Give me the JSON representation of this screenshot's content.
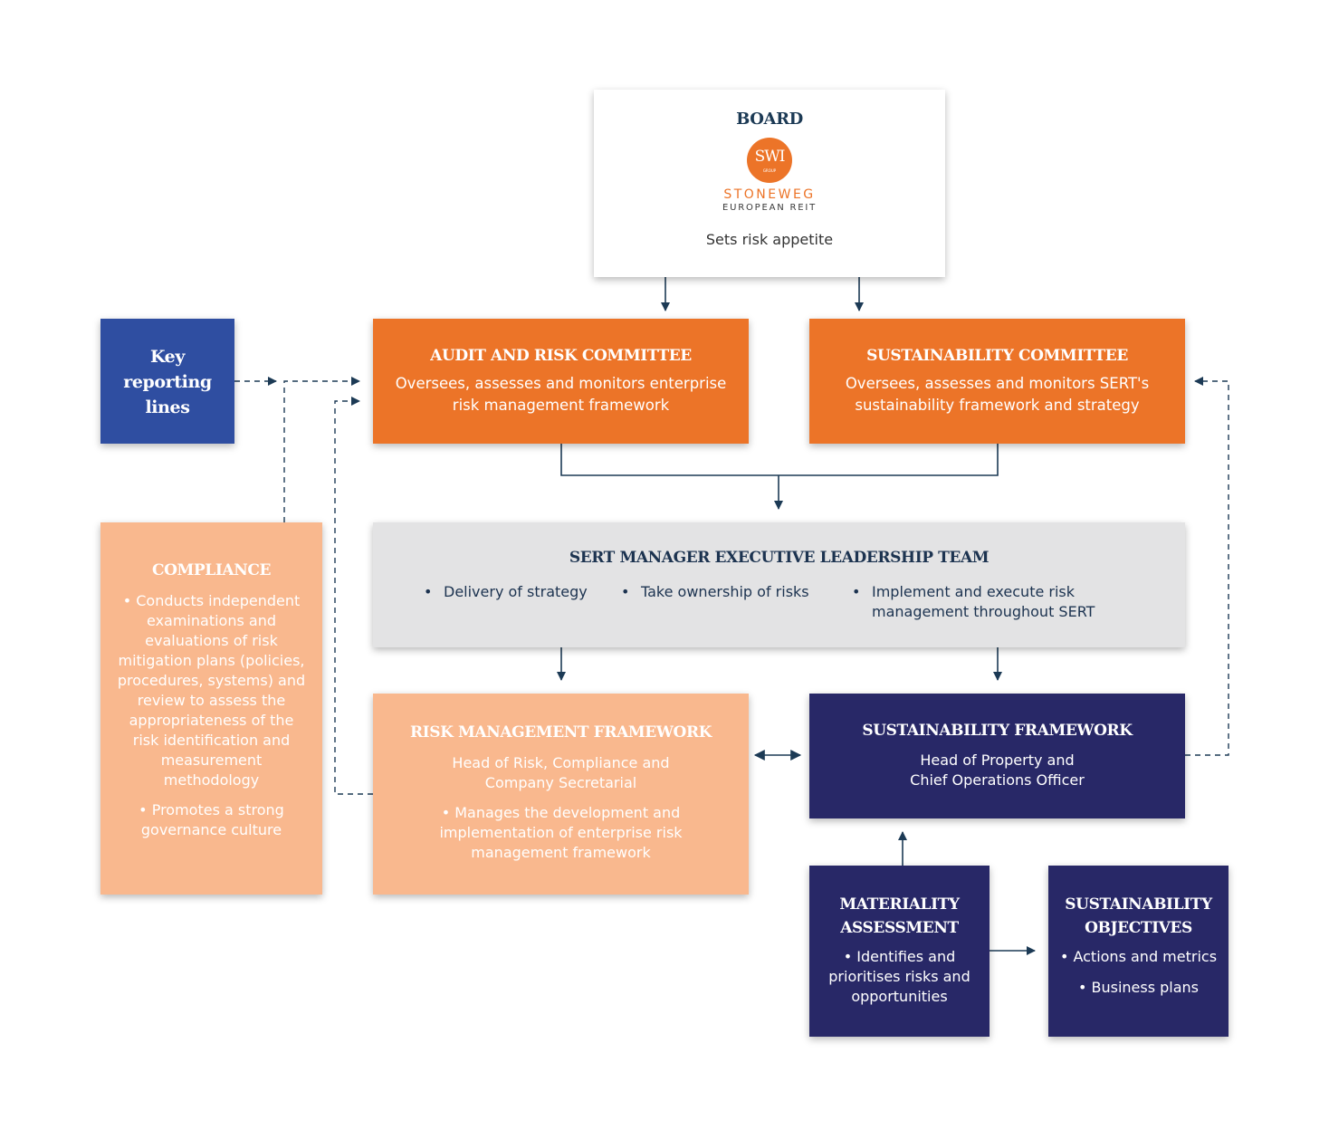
{
  "board": {
    "title": "BOARD",
    "logo_monogram": "SWI",
    "logo_group": "GROUP",
    "logo_name": "STONEWEG",
    "logo_subtitle": "EUROPEAN REIT",
    "description": "Sets risk appetite"
  },
  "key": {
    "label": "Key reporting lines"
  },
  "audit_committee": {
    "title": "AUDIT AND RISK COMMITTEE",
    "description": "Oversees, assesses and monitors enterprise risk management framework"
  },
  "sustainability_committee": {
    "title": "SUSTAINABILITY COMMITTEE",
    "description": "Oversees, assesses and monitors SERT's sustainability framework and strategy"
  },
  "sert_team": {
    "title": "SERT MANAGER EXECUTIVE LEADERSHIP TEAM",
    "bullets": [
      "Delivery of strategy",
      "Take ownership of risks",
      "Implement and execute risk management throughout SERT"
    ]
  },
  "compliance": {
    "title": "COMPLIANCE",
    "bullets": [
      "• Conducts independent examinations and evaluations of risk mitigation plans (policies, procedures, systems) and review to assess the appropriateness of the risk identification and measurement methodology",
      "• Promotes a strong governance culture"
    ]
  },
  "risk_framework": {
    "title": "RISK MANAGEMENT FRAMEWORK",
    "head": "Head of Risk, Compliance and Company Secretarial",
    "bullets": [
      "• Manages the development and implementation of enterprise risk management framework"
    ]
  },
  "sustainability_framework": {
    "title": "SUSTAINABILITY FRAMEWORK",
    "head": "Head of Property and Chief Operations Officer"
  },
  "materiality": {
    "title": "MATERIALITY ASSESSMENT",
    "bullets": [
      "• Identifies and prioritises risks and opportunities"
    ]
  },
  "sustainability_objectives": {
    "title": "SUSTAINABILITY OBJECTIVES",
    "bullets": [
      "• Actions and metrics",
      "• Business plans"
    ]
  },
  "colors": {
    "orange": "#ec7428",
    "light_orange": "#f9b88e",
    "navy": "#282867",
    "key_blue": "#2f4ea1",
    "grey": "#e3e3e4",
    "line": "#1c3a55"
  }
}
